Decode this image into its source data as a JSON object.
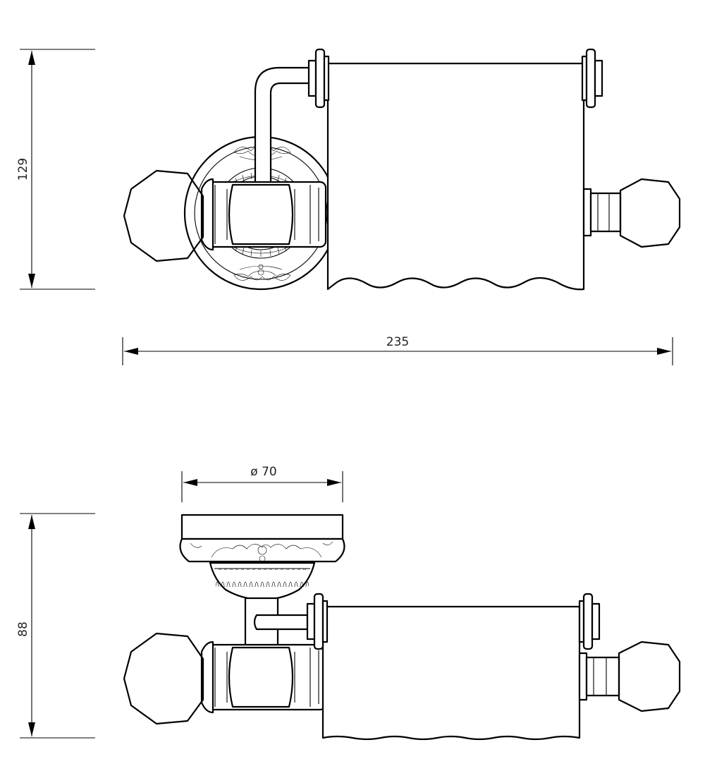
{
  "dimensions": {
    "height_top": "129",
    "width_total": "235",
    "diameter": "ø 70",
    "height_bottom": "88"
  }
}
